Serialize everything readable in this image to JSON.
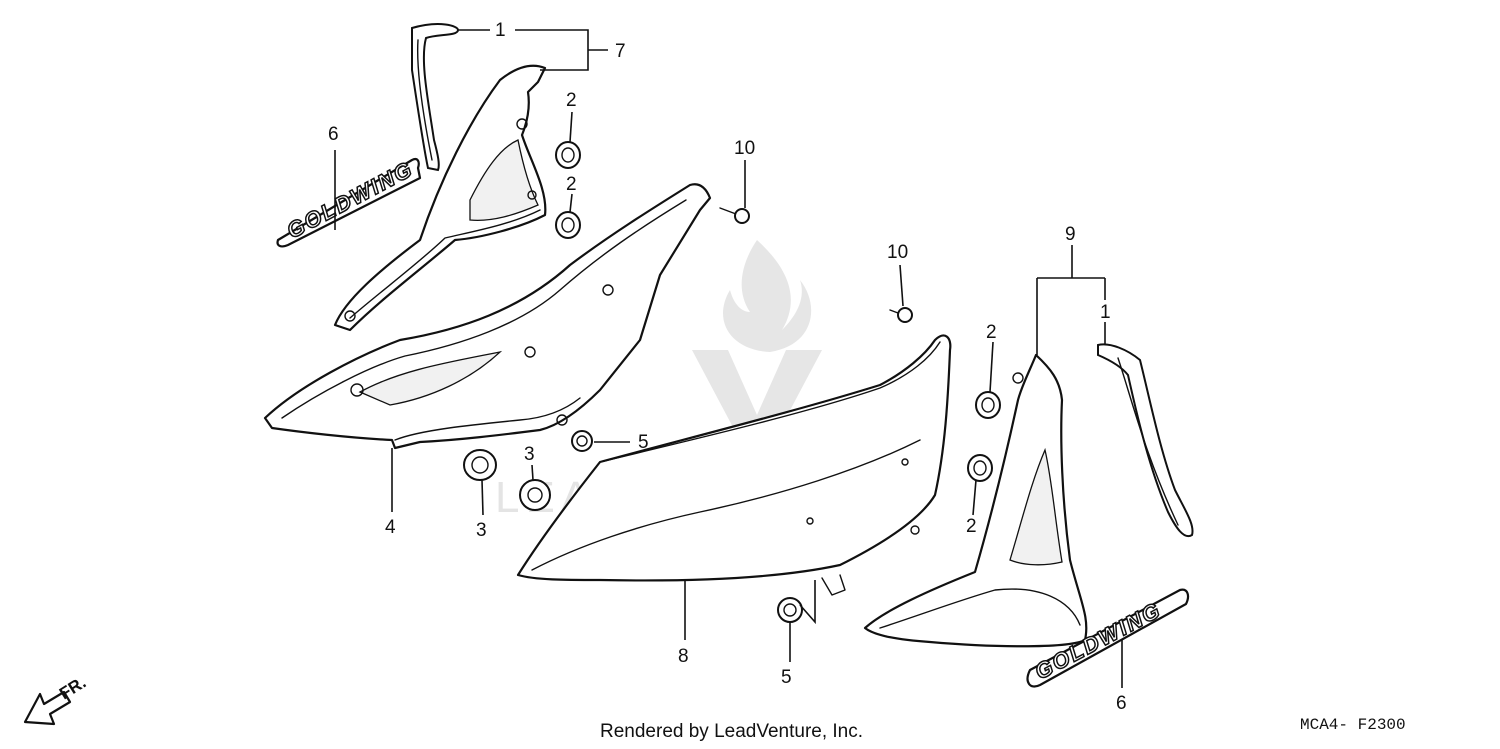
{
  "watermark": {
    "text": "LEADVENTURE"
  },
  "emblems": {
    "left": "GOLDWING",
    "right": "GOLDWING"
  },
  "callouts": {
    "c1a": "1",
    "c1b": "1",
    "c7": "7",
    "c6a": "6",
    "c6b": "6",
    "c2a": "2",
    "c2b": "2",
    "c2c": "2",
    "c2d": "2",
    "c10a": "10",
    "c10b": "10",
    "c9": "9",
    "c5a": "5",
    "c5b": "5",
    "c4": "4",
    "c3a": "3",
    "c3b": "3",
    "c8": "8"
  },
  "front_label": "FR.",
  "footer": {
    "credit": "Rendered by LeadVenture, Inc.",
    "code": "MCA4- F2300"
  }
}
